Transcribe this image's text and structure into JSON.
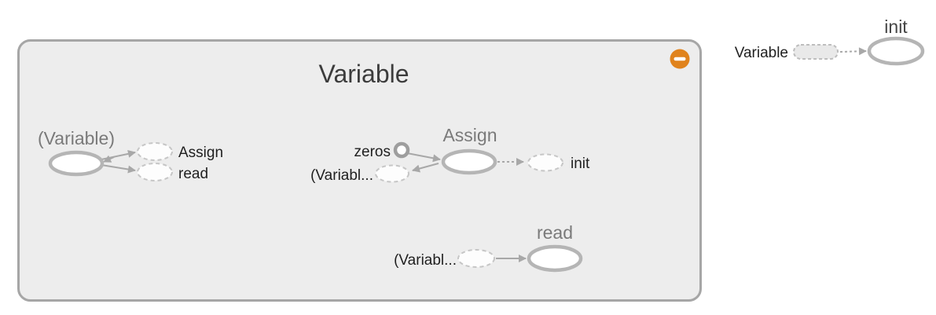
{
  "graph": {
    "namespace": {
      "title": "Variable",
      "collapse_button": "minus"
    },
    "variable_node": {
      "title": "(Variable)",
      "out_annotations": [
        "Assign",
        "read"
      ]
    },
    "assign_node": {
      "title": "Assign",
      "in_annotations": [
        "zeros",
        "(Variabl..."
      ],
      "out_annotations": [
        "init"
      ]
    },
    "read_node": {
      "title": "read",
      "in_annotations": [
        "(Variabl..."
      ]
    },
    "external_init_node": {
      "title": "init",
      "in_annotations": [
        "Variable"
      ]
    },
    "colors": {
      "canvas_bg": "#ffffff",
      "namespace_fill": "#ededed",
      "namespace_border": "#a6a6a6",
      "node_stroke": "#b5b5b5",
      "node_fill": "#ffffff",
      "annotation_stroke": "#c6c6c6",
      "edge": "#a8a8a8",
      "namespace_title_text": "#3c3c3c",
      "node_title_text": "#7a7a7a",
      "annotation_text": "#1f1f1f",
      "collapse_button_orange": "#e0831d",
      "const_stroke": "#9e9e9e"
    }
  }
}
